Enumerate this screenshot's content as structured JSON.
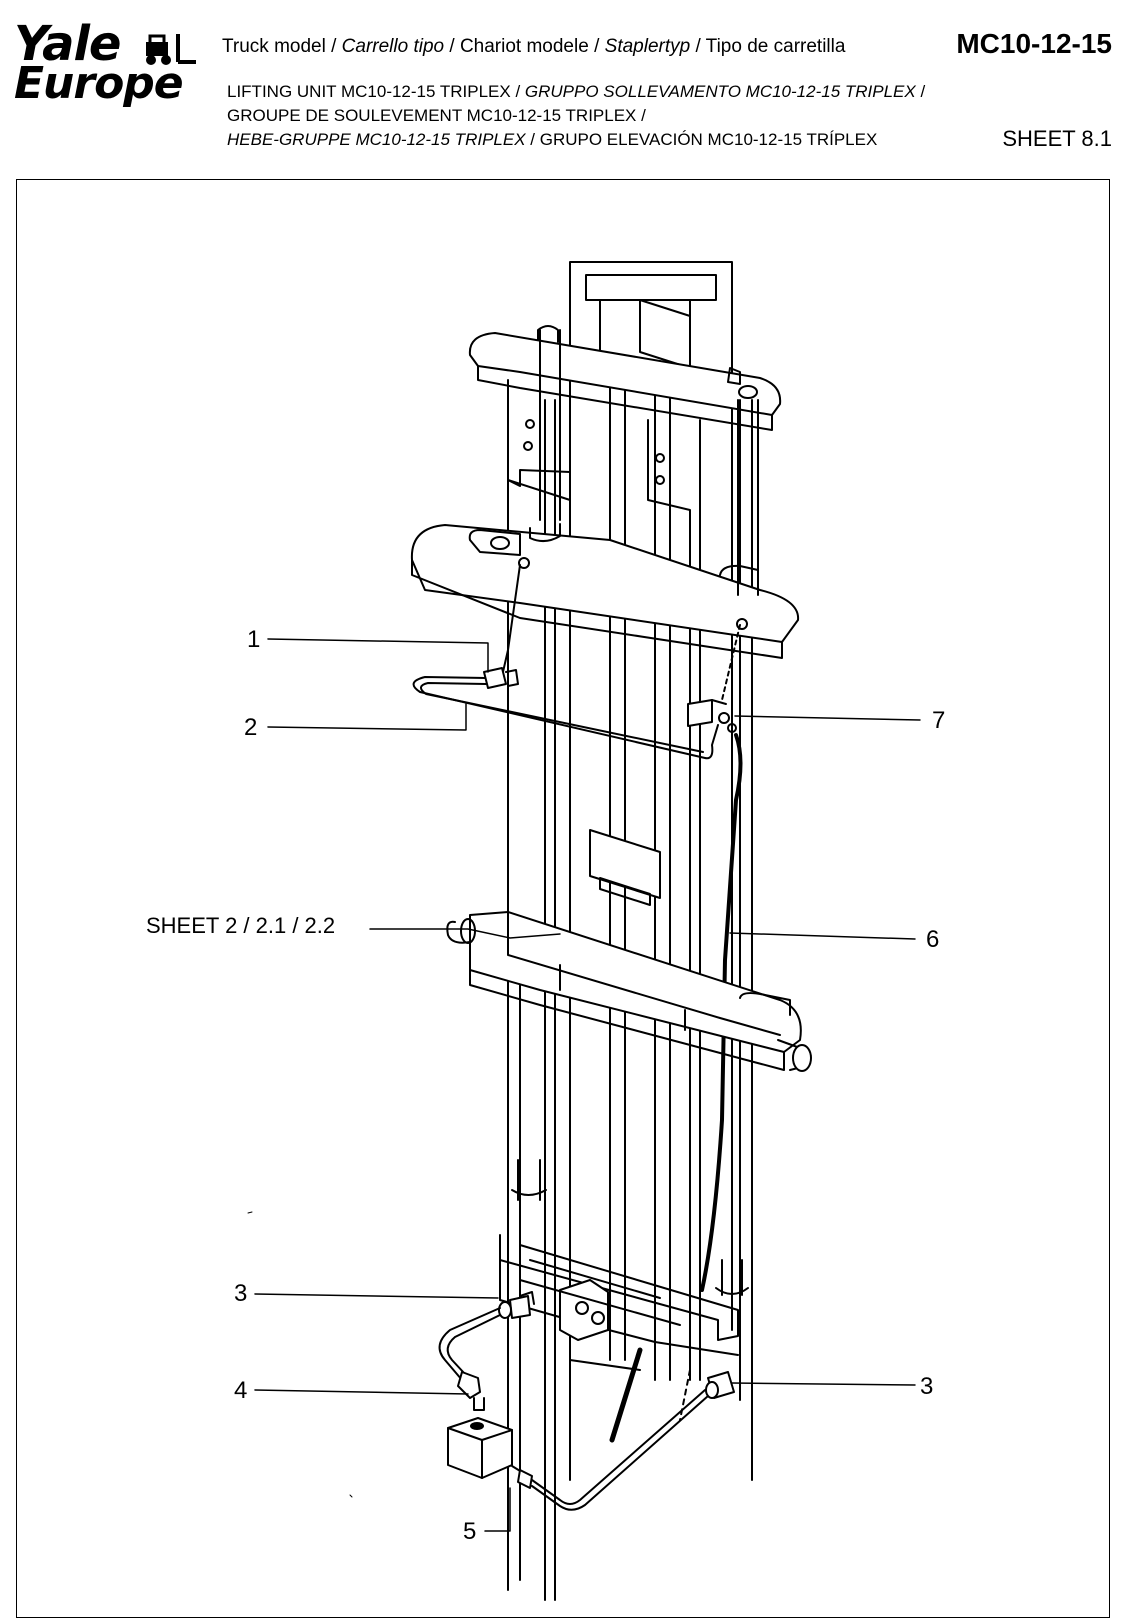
{
  "header": {
    "logo_line1": "Yale",
    "logo_line2": "Europe",
    "truck_model_line": [
      {
        "text": "Truck model / ",
        "italic": false
      },
      {
        "text": "Carrello tipo",
        "italic": true
      },
      {
        "text": " / Chariot modele / ",
        "italic": false
      },
      {
        "text": "Staplertyp",
        "italic": true
      },
      {
        "text": " / Tipo de carretilla",
        "italic": false
      }
    ],
    "model_code": "MC10-12-15",
    "title_lines": [
      [
        {
          "text": "LIFTING UNIT MC10-12-15 TRIPLEX / ",
          "italic": false
        },
        {
          "text": "GRUPPO SOLLEVAMENTO MC10-12-15 TRIPLEX",
          "italic": true
        },
        {
          "text": " /",
          "italic": false
        }
      ],
      [
        {
          "text": "GROUPE DE SOULEVEMENT MC10-12-15 TRIPLEX /",
          "italic": false
        }
      ],
      [
        {
          "text": "HEBE-GRUPPE MC10-12-15 TRIPLEX",
          "italic": true
        },
        {
          "text": " / GRUPO ELEVACIÓN MC10-12-15 TRÍPLEX",
          "italic": false
        }
      ]
    ],
    "sheet": "SHEET 8.1"
  },
  "callouts": {
    "c1": "1",
    "c2": "2",
    "c7": "7",
    "sheetref": "SHEET 2 / 2.1 / 2.2",
    "c6": "6",
    "c3a": "3",
    "c4": "4",
    "c3b": "3",
    "c5": "5"
  },
  "colors": {
    "ink": "#000000",
    "paper": "#ffffff",
    "shade": "#e9e9e9"
  }
}
